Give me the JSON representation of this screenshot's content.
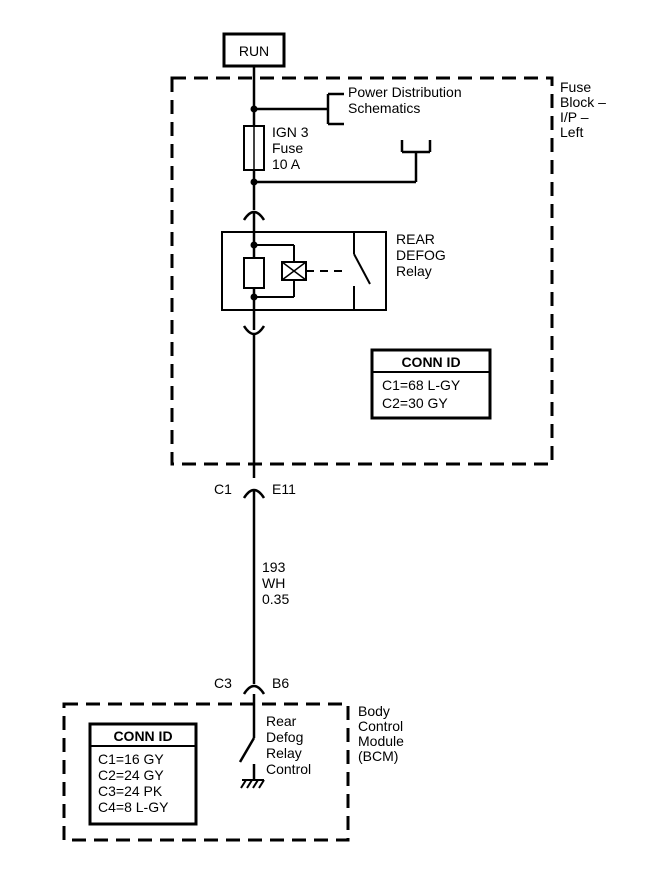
{
  "power_source": {
    "label": "RUN"
  },
  "fuse_block": {
    "name_lines": [
      "Fuse",
      "Block –",
      "I/P –",
      "Left"
    ],
    "power_distribution_lines": [
      "Power Distribution",
      "Schematics"
    ],
    "fuse_lines": [
      "IGN 3",
      "Fuse",
      "10 A"
    ],
    "relay_lines": [
      "REAR",
      "DEFOG",
      "Relay"
    ],
    "conn_id": {
      "title": "CONN ID",
      "entries": [
        "C1=68 L-GY",
        "C2=30 GY"
      ]
    }
  },
  "connector_top": {
    "left": "C1",
    "right": "E11"
  },
  "wire": {
    "lines": [
      "193",
      "WH",
      "0.35"
    ]
  },
  "connector_bottom": {
    "left": "C3",
    "right": "B6"
  },
  "bcm": {
    "name_lines": [
      "Body",
      "Control",
      "Module",
      "(BCM)"
    ],
    "control_lines": [
      "Rear",
      "Defog",
      "Relay",
      "Control"
    ],
    "conn_id": {
      "title": "CONN ID",
      "entries": [
        "C1=16 GY",
        "C2=24 GY",
        "C3=24 PK",
        "C4=8 L-GY"
      ]
    }
  }
}
